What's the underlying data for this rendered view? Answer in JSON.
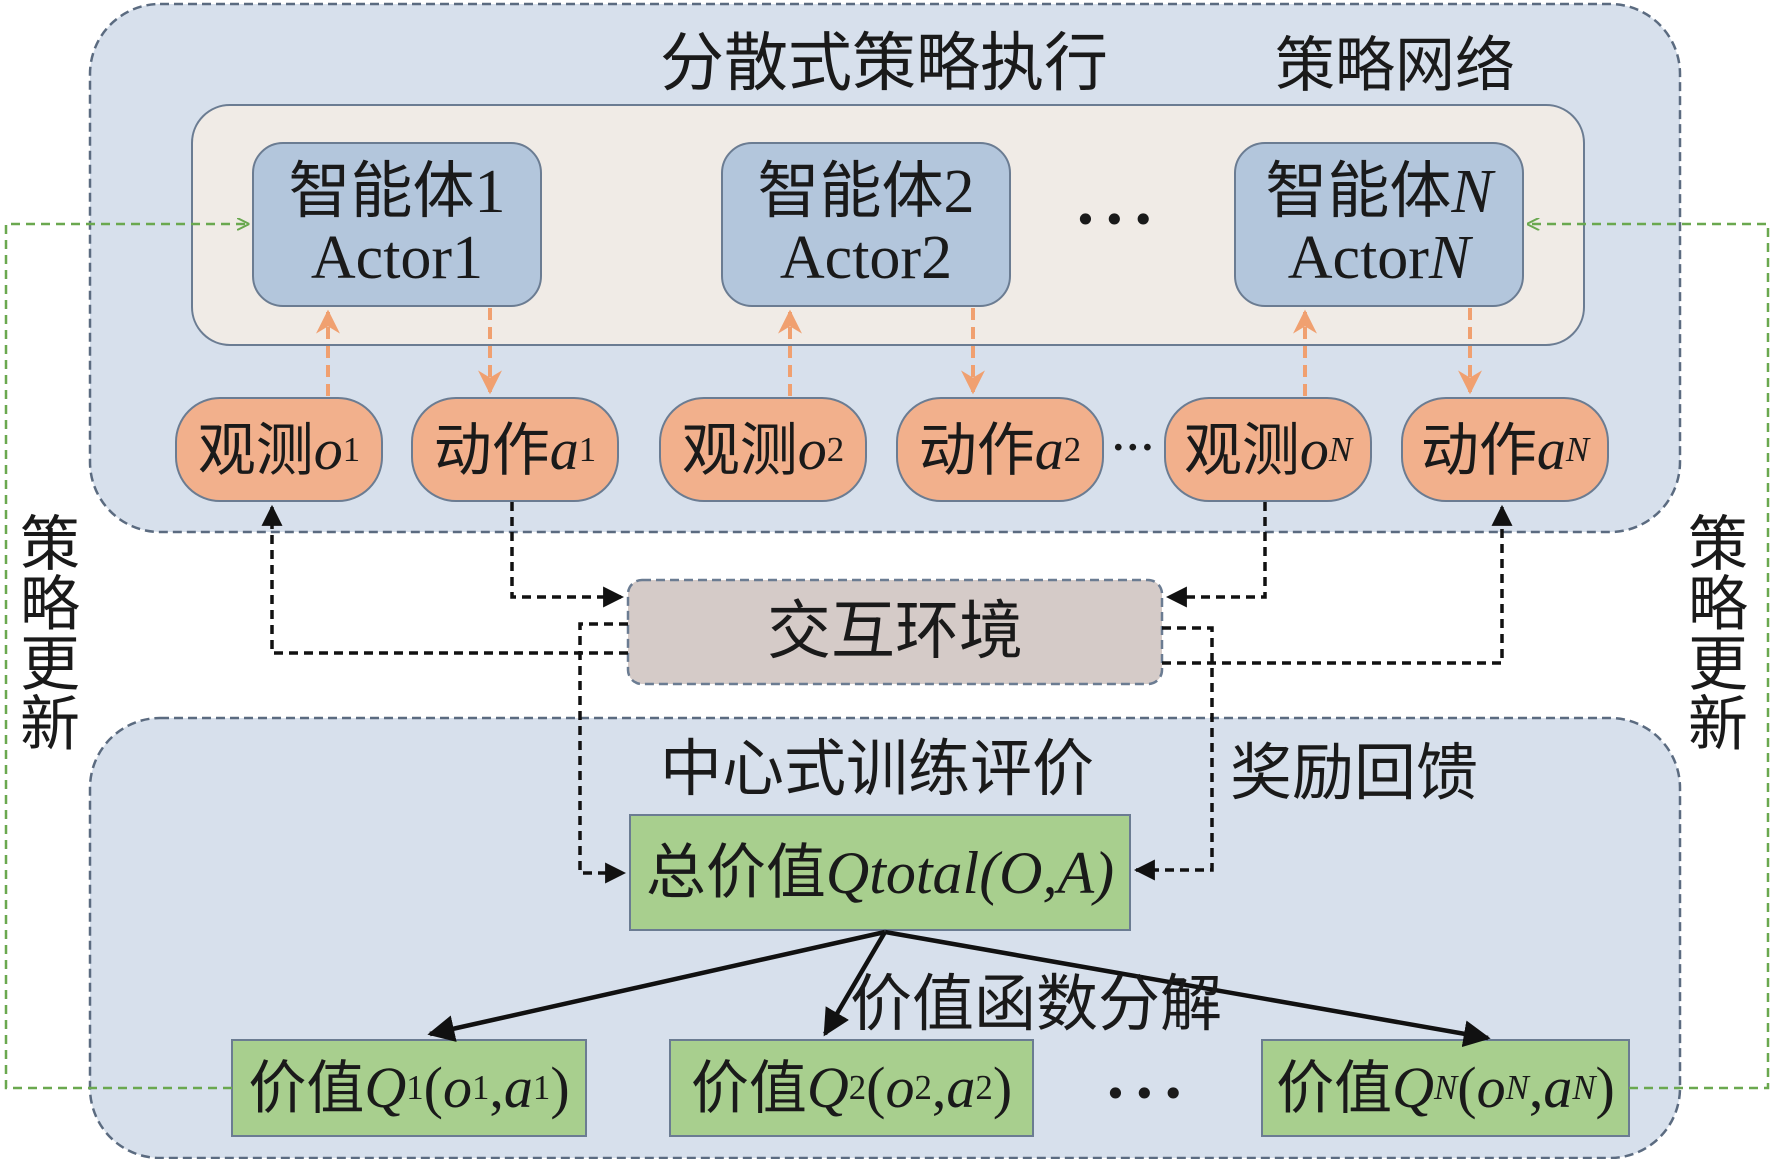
{
  "colors": {
    "panel_fill": "#d7e0ec",
    "panel_stroke": "#5b6b80",
    "inner_fill": "#f0ebe6",
    "actor_fill": "#b3c6dc",
    "obs_fill": "#f2b08c",
    "env_fill": "#d5cbc8",
    "value_fill": "#a8cf8e",
    "green_dashed": "#6aa84f",
    "orange_dashed": "#f0a070",
    "black_dashed": "#111111"
  },
  "top_panel": {
    "title": "分散式策略执行",
    "policy_net_label": "策略网络"
  },
  "agents": [
    {
      "line1_prefix": "智能体",
      "line1_index": "1",
      "line2_prefix": "Actor",
      "line2_index": "1",
      "italic_index": false
    },
    {
      "line1_prefix": "智能体",
      "line1_index": "2",
      "line2_prefix": "Actor",
      "line2_index": "2",
      "italic_index": false
    },
    {
      "line1_prefix": "智能体",
      "line1_index": "N",
      "line2_prefix": "Actor",
      "line2_index": "N",
      "italic_index": true
    }
  ],
  "ellipsis": "···",
  "io_nodes": [
    {
      "prefix": "观测",
      "var": "o",
      "sub": "1"
    },
    {
      "prefix": "动作",
      "var": "a",
      "sub": "1"
    },
    {
      "prefix": "观测",
      "var": "o",
      "sub": "2"
    },
    {
      "prefix": "动作",
      "var": "a",
      "sub": "2"
    },
    {
      "prefix": "观测",
      "var": "o",
      "sub": "N"
    },
    {
      "prefix": "动作",
      "var": "a",
      "sub": "N"
    }
  ],
  "environment": {
    "label": "交互环境"
  },
  "bottom_panel": {
    "title": "中心式训练评价",
    "reward_label": "奖励回馈",
    "decomposition_label": "价值函数分解"
  },
  "total_value": {
    "prefix": "总价值",
    "expr": "Qtotal(O,A)"
  },
  "value_nodes": [
    {
      "prefix": "价值",
      "q": "Q",
      "sub": "1"
    },
    {
      "prefix": "价值",
      "q": "Q",
      "sub": "2"
    },
    {
      "prefix": "价值",
      "q": "Q",
      "sub": "N"
    }
  ],
  "side_labels": {
    "left": "策略更新",
    "right": "策略更新"
  }
}
